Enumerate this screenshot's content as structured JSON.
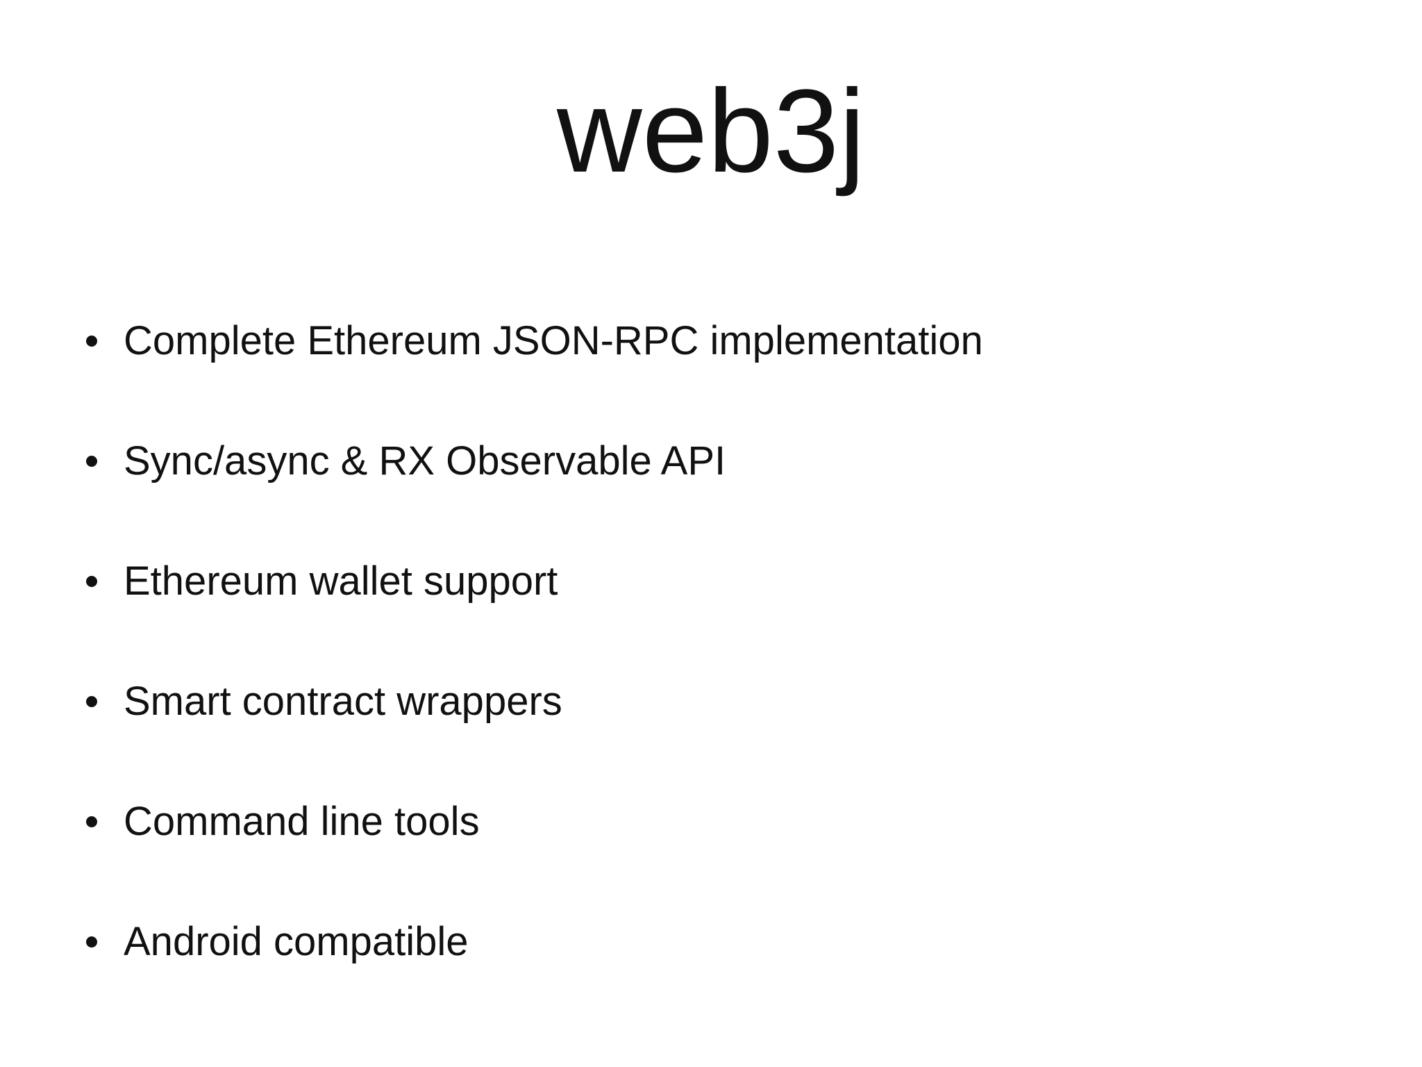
{
  "slide": {
    "title": "web3j",
    "bullets": [
      "Complete Ethereum JSON-RPC implementation",
      "Sync/async & RX Observable API",
      "Ethereum wallet support",
      "Smart contract wrappers",
      "Command line tools",
      "Android compatible"
    ],
    "colors": {
      "background": "#ffffff",
      "text": "#111111"
    }
  }
}
